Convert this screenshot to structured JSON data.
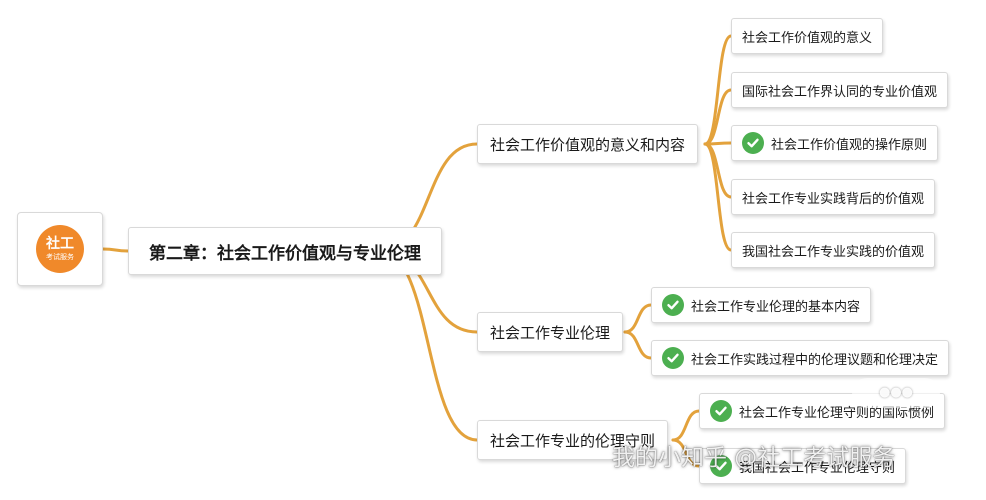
{
  "colors": {
    "connector": "#e3a23c",
    "check": "#4caf50",
    "logo": "#f0892a"
  },
  "root": {
    "logo_main": "社工",
    "logo_sub": "考试服务"
  },
  "main_topic": {
    "label": "第二章：社会工作价值观与专业伦理"
  },
  "branches": [
    {
      "label": "社会工作价值观的意义和内容",
      "children": [
        {
          "label": "社会工作价值观的意义",
          "checked": false
        },
        {
          "label": "国际社会工作界认同的专业价值观",
          "checked": false
        },
        {
          "label": "社会工作价值观的操作原则",
          "checked": true
        },
        {
          "label": "社会工作专业实践背后的价值观",
          "checked": false
        },
        {
          "label": "我国社会工作专业实践的价值观",
          "checked": false
        }
      ]
    },
    {
      "label": "社会工作专业伦理",
      "children": [
        {
          "label": "社会工作专业伦理的基本内容",
          "checked": true
        },
        {
          "label": "社会工作实践过程中的伦理议题和伦理决定",
          "checked": true
        }
      ]
    },
    {
      "label": "社会工作专业的伦理守则",
      "children": [
        {
          "label": "社会工作专业伦理守则的国际惯例",
          "checked": true
        },
        {
          "label": "我国社会工作专业伦理守则",
          "checked": true
        }
      ]
    }
  ],
  "watermark": {
    "text": "我的小知乎 @社工考试服务"
  }
}
